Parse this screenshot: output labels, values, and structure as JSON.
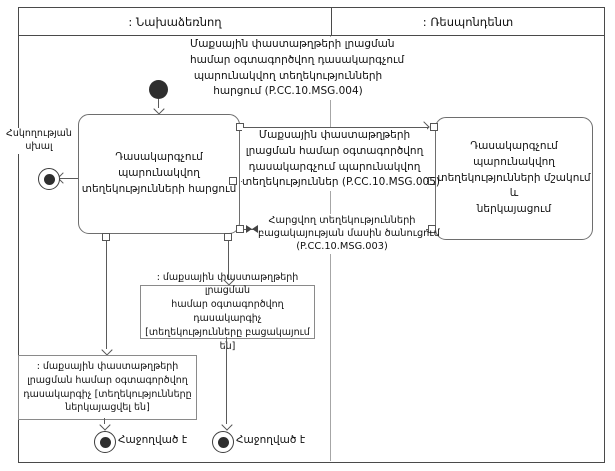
{
  "header": {
    "left_lane": ": Նախաձեռնող",
    "right_lane": ": Ռեսպոնդենտ"
  },
  "activities": {
    "request": {
      "lines": [
        "Դասակարգչում",
        "պարունակվող",
        "տեղեկությունների հարցում"
      ]
    },
    "process": {
      "lines": [
        "Դասակարգչում",
        "պարունակվող",
        "տեղեկությունների մշակում և",
        "ներկայացում"
      ]
    }
  },
  "messages": {
    "msg004": {
      "lines": [
        "Մաքսային փաստաթղթերի լրացման",
        "համար օգտագործվող դասակարգչում",
        "պարունակվող տեղեկությունների",
        "հարցում (P.CC.10.MSG.004)"
      ]
    },
    "msg005": {
      "lines": [
        "Մաքսային փաստաթղթերի",
        "լրացման համար օգտագործվող",
        "դասակարգչում պարունակվող",
        "տեղեկություններ (P.CC.10.MSG.005)"
      ]
    },
    "msg003": {
      "lines": [
        "Հարցվող տեղեկությունների",
        "բացակայության մասին ծանուցում",
        "(P.CC.10.MSG.003)"
      ]
    }
  },
  "objects": {
    "info_missing": {
      "lines": [
        ": մաքսային փաստաթղթերի լրացման",
        "համար օգտագործվող դասակարգիչ",
        "[տեղեկությունները բացակայում են]"
      ]
    },
    "info_presented": {
      "lines": [
        ": մաքսային փաստաթղթերի",
        "լրացման համար օգտագործվող",
        "դասակարգիչ [տեղեկությունները",
        "ներկայացվել են]"
      ]
    }
  },
  "terminals": {
    "control_error": {
      "lines": [
        "Հսկողության",
        "սխալ"
      ]
    },
    "success_left": "Հաջողված է",
    "success_right": "Հաջողված է"
  },
  "colors": {
    "line": "#5a5a5a",
    "lane_divider": "#a6a6a6",
    "node_fill": "#2e2e2e",
    "text": "#111111",
    "background": "#ffffff"
  }
}
